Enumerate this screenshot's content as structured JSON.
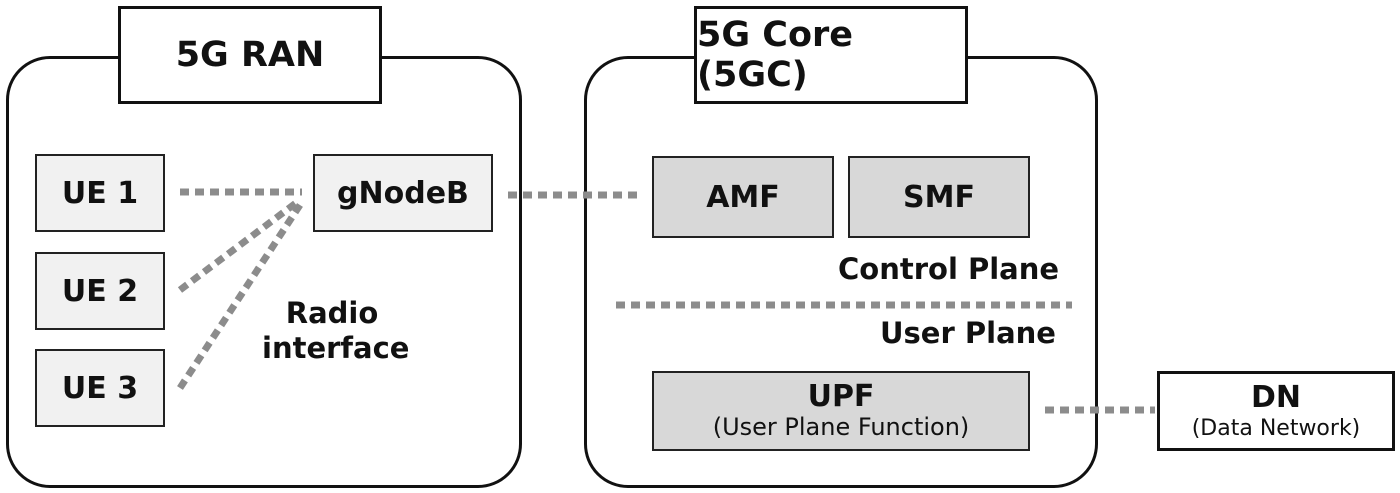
{
  "ran": {
    "title": "5G RAN",
    "ue1": "UE 1",
    "ue2": "UE 2",
    "ue3": "UE 3",
    "gnodeb": "gNodeB",
    "radio_interface_line1": "Radio",
    "radio_interface_line2": "interface"
  },
  "core": {
    "title": "5G Core (5GC)",
    "amf": "AMF",
    "smf": "SMF",
    "control_plane": "Control Plane",
    "user_plane": "User Plane",
    "upf": "UPF",
    "upf_full": "(User Plane Function)"
  },
  "dn": {
    "label": "DN",
    "full": "(Data Network)"
  },
  "colors": {
    "connector": "#8c8c8c",
    "ue_fill": "#f1f1f1",
    "core_fill": "#d8d8d8",
    "outline": "#111111"
  }
}
